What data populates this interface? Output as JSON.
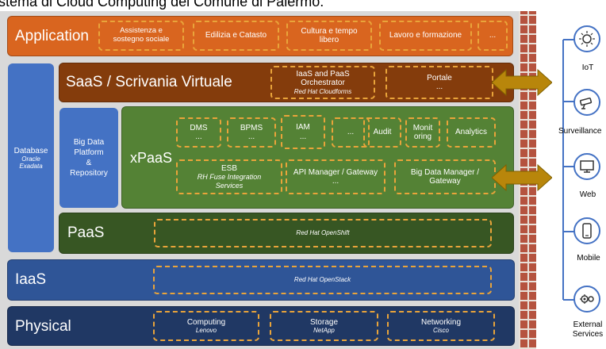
{
  "title": "stema di Cloud Computing del Comune di Palermo.",
  "application": {
    "label": "Application",
    "items": [
      "Assistenza e sostegno sociale",
      "Edilizia e Catasto",
      "Cultura e tempo libero",
      "Lavoro e formazione",
      "..."
    ]
  },
  "saas": {
    "label": "SaaS / Scrivania Virtuale",
    "orchestrator": {
      "line1": "IaaS and PaaS",
      "line2": "Orchestrator",
      "sub": "Red Hat Cloudforms"
    },
    "portale": {
      "label": "Portale",
      "dots": "..."
    }
  },
  "database": {
    "label": "Database",
    "sub1": "Oracle",
    "sub2": "Exadata"
  },
  "bigdata": {
    "line1": "Big Data",
    "line2": "Platform",
    "line3": "&",
    "line4": "Repository"
  },
  "xpaas": {
    "label": "xPaaS",
    "row1": [
      {
        "label": "DMS",
        "dots": "..."
      },
      {
        "label": "BPMS",
        "dots": "..."
      },
      {
        "label": "IAM",
        "dots": "..."
      },
      {
        "label": "...",
        "dots": ""
      },
      {
        "label": "Audit",
        "dots": ""
      },
      {
        "label": "Monit oring",
        "dots": ""
      },
      {
        "label": "Analytics",
        "dots": ""
      }
    ],
    "esb": {
      "label": "ESB",
      "sub1": "RH Fuse Integration",
      "sub2": "Services"
    },
    "api": {
      "label": "API Manager / Gateway",
      "dots": "..."
    },
    "bigdata_mgr": {
      "line1": "Big Data Manager /",
      "line2": "Gateway"
    }
  },
  "paas": {
    "label": "PaaS",
    "product": "Red Hat OpenShift"
  },
  "iaas": {
    "label": "IaaS",
    "product": "Red Hat OpenStack"
  },
  "physical": {
    "label": "Physical",
    "computing": {
      "label": "Computing",
      "sub": "Lenovo"
    },
    "storage": {
      "label": "Storage",
      "sub": "NetApp"
    },
    "networking": {
      "label": "Networking",
      "sub": "Cisco"
    }
  },
  "side": {
    "iot": "IoT",
    "surveillance": "Surveillance",
    "web": "Web",
    "mobile": "Mobile",
    "external": {
      "line1": "External",
      "line2": "Services"
    }
  },
  "colors": {
    "application": "#d9651f",
    "saas": "#843c0c",
    "blue": "#4472c4",
    "green": "#548235",
    "paas": "#375623",
    "iaas": "#2f5597",
    "physical": "#203864",
    "dash": "#e9a43a",
    "arrow": "#b8860b"
  }
}
